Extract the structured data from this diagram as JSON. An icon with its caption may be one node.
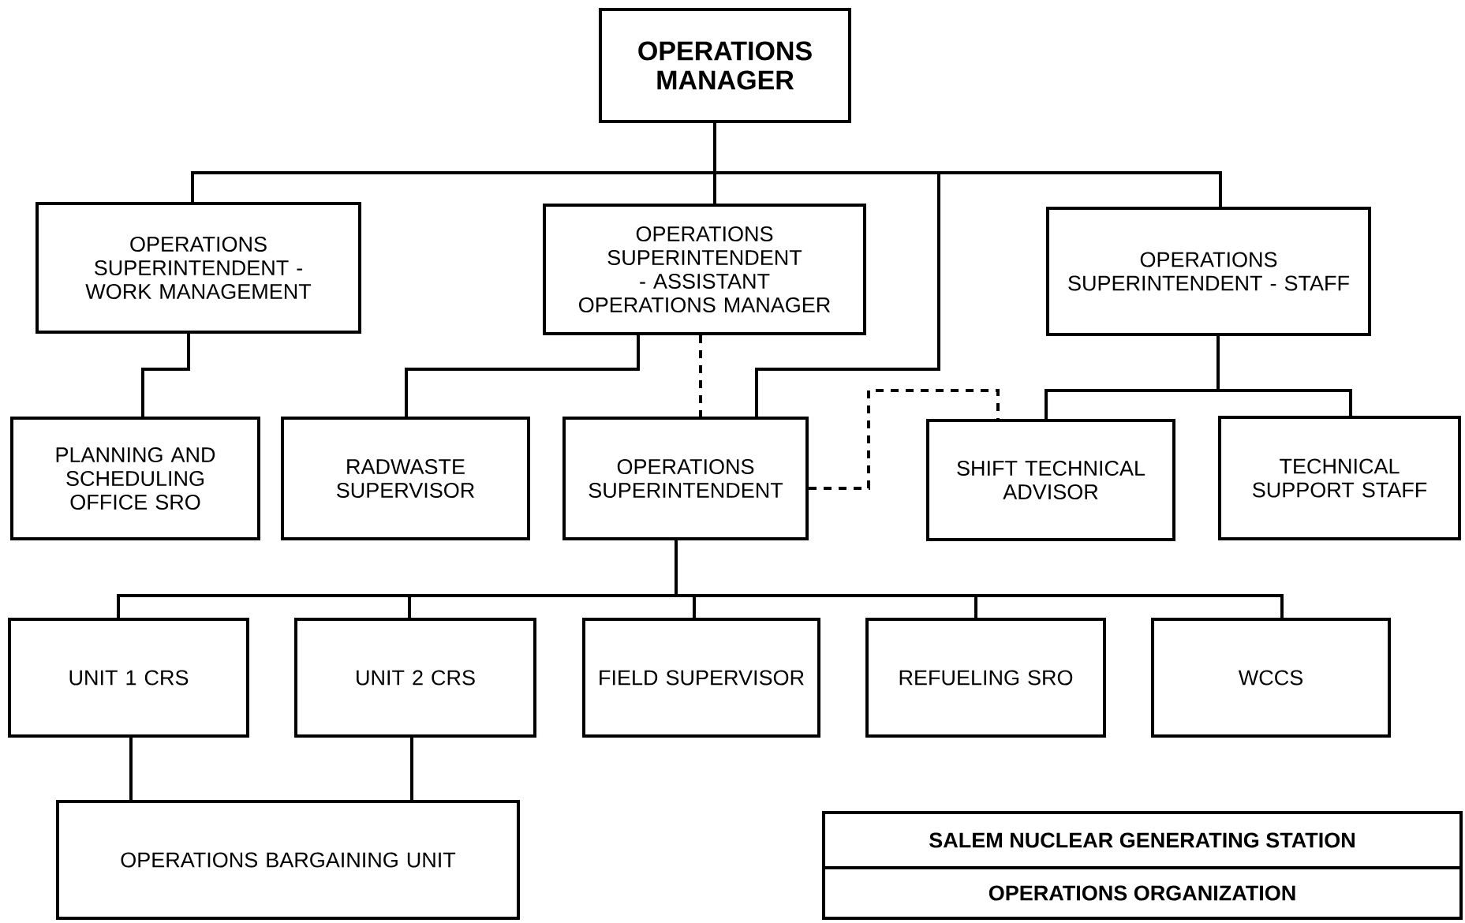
{
  "diagram": {
    "nodes": [
      {
        "text": [
          "OPERATIONS MANAGER"
        ]
      },
      {
        "text": [
          "OPERATIONS SUPERINTENDENT - WORK MANAGEMENT"
        ]
      },
      {
        "text": [
          "OPERATIONS SUPERINTENDENT - ASSISTANT OPERATIONS MANAGER"
        ]
      },
      {
        "text": [
          "OPERATIONS SUPERINTENDENT - STAFF"
        ]
      },
      {
        "text": [
          "PLANNING AND SCHEDULING OFFICE SRO"
        ]
      },
      {
        "text": [
          "RADWASTE SUPERVISOR"
        ]
      },
      {
        "text": [
          "OPERATIONS SUPERINTENDENT"
        ]
      },
      {
        "text": [
          "SHIFT TECHNICAL ADVISOR"
        ]
      },
      {
        "text": [
          "TECHNICAL SUPPORT STAFF"
        ]
      },
      {
        "text": [
          "UNIT 1 CRS"
        ]
      },
      {
        "text": [
          "UNIT 2 CRS"
        ]
      },
      {
        "text": [
          "FIELD SUPERVISOR"
        ]
      },
      {
        "text": [
          "REFUELING SRO"
        ]
      },
      {
        "text": [
          "WCCS"
        ]
      },
      {
        "text": [
          "OPERATIONS BARGAINING UNIT"
        ]
      },
      {
        "text": [
          "SALEM NUCLEAR GENERATING STATION",
          "OPERATIONS ORGANIZATION"
        ]
      }
    ],
    "edges": [
      {
        "from": 0,
        "to": 1,
        "arrow": "none"
      },
      {
        "from": 0,
        "to": 2,
        "arrow": "none"
      },
      {
        "from": 0,
        "to": 3,
        "arrow": "none"
      },
      {
        "from": 0,
        "to": 6,
        "arrow": "none"
      },
      {
        "from": 1,
        "to": 4,
        "arrow": "none"
      },
      {
        "from": 2,
        "to": 5,
        "arrow": "none"
      },
      {
        "from": 2,
        "to": 6,
        "arrow": "none",
        "style": "dashed"
      },
      {
        "from": 3,
        "to": 7,
        "arrow": "none"
      },
      {
        "from": 3,
        "to": 8,
        "arrow": "none"
      },
      {
        "from": 6,
        "to": 7,
        "arrow": "none",
        "style": "dashed"
      },
      {
        "from": 6,
        "to": 9,
        "arrow": "none"
      },
      {
        "from": 6,
        "to": 10,
        "arrow": "none"
      },
      {
        "from": 6,
        "to": 11,
        "arrow": "none"
      },
      {
        "from": 6,
        "to": 12,
        "arrow": "none"
      },
      {
        "from": 6,
        "to": 13,
        "arrow": "none"
      },
      {
        "from": 9,
        "to": 14,
        "arrow": "none"
      },
      {
        "from": 10,
        "to": 14,
        "arrow": "none"
      }
    ]
  }
}
